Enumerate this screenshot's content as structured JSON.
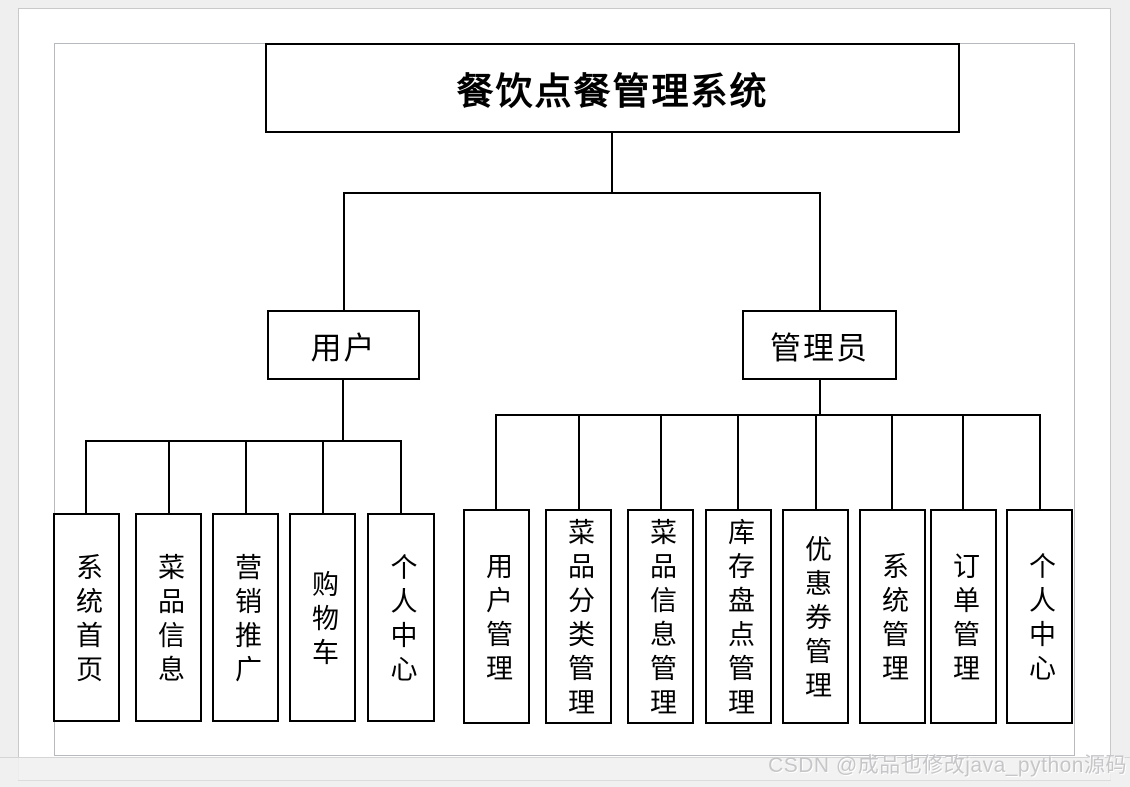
{
  "diagram": {
    "title": "餐饮点餐管理系统",
    "branches": [
      {
        "label": "用户",
        "children": [
          "系统首页",
          "菜品信息",
          "营销推广",
          "购物车",
          "个人中心"
        ]
      },
      {
        "label": "管理员",
        "children": [
          "用户管理",
          "菜品分类管理",
          "菜品信息管理",
          "库存盘点管理",
          "优惠券管理",
          "系统管理",
          "订单管理",
          "个人中心"
        ]
      }
    ]
  },
  "watermark": {
    "text": "CSDN @成品也修改java_python源码"
  },
  "colors": {
    "line": "#000000",
    "box_border": "#000000",
    "frame_border": "#b6babf",
    "page_border": "#c9c9c9",
    "canvas_bg": "#efefef",
    "watermark_text": "#c6c6c9"
  }
}
